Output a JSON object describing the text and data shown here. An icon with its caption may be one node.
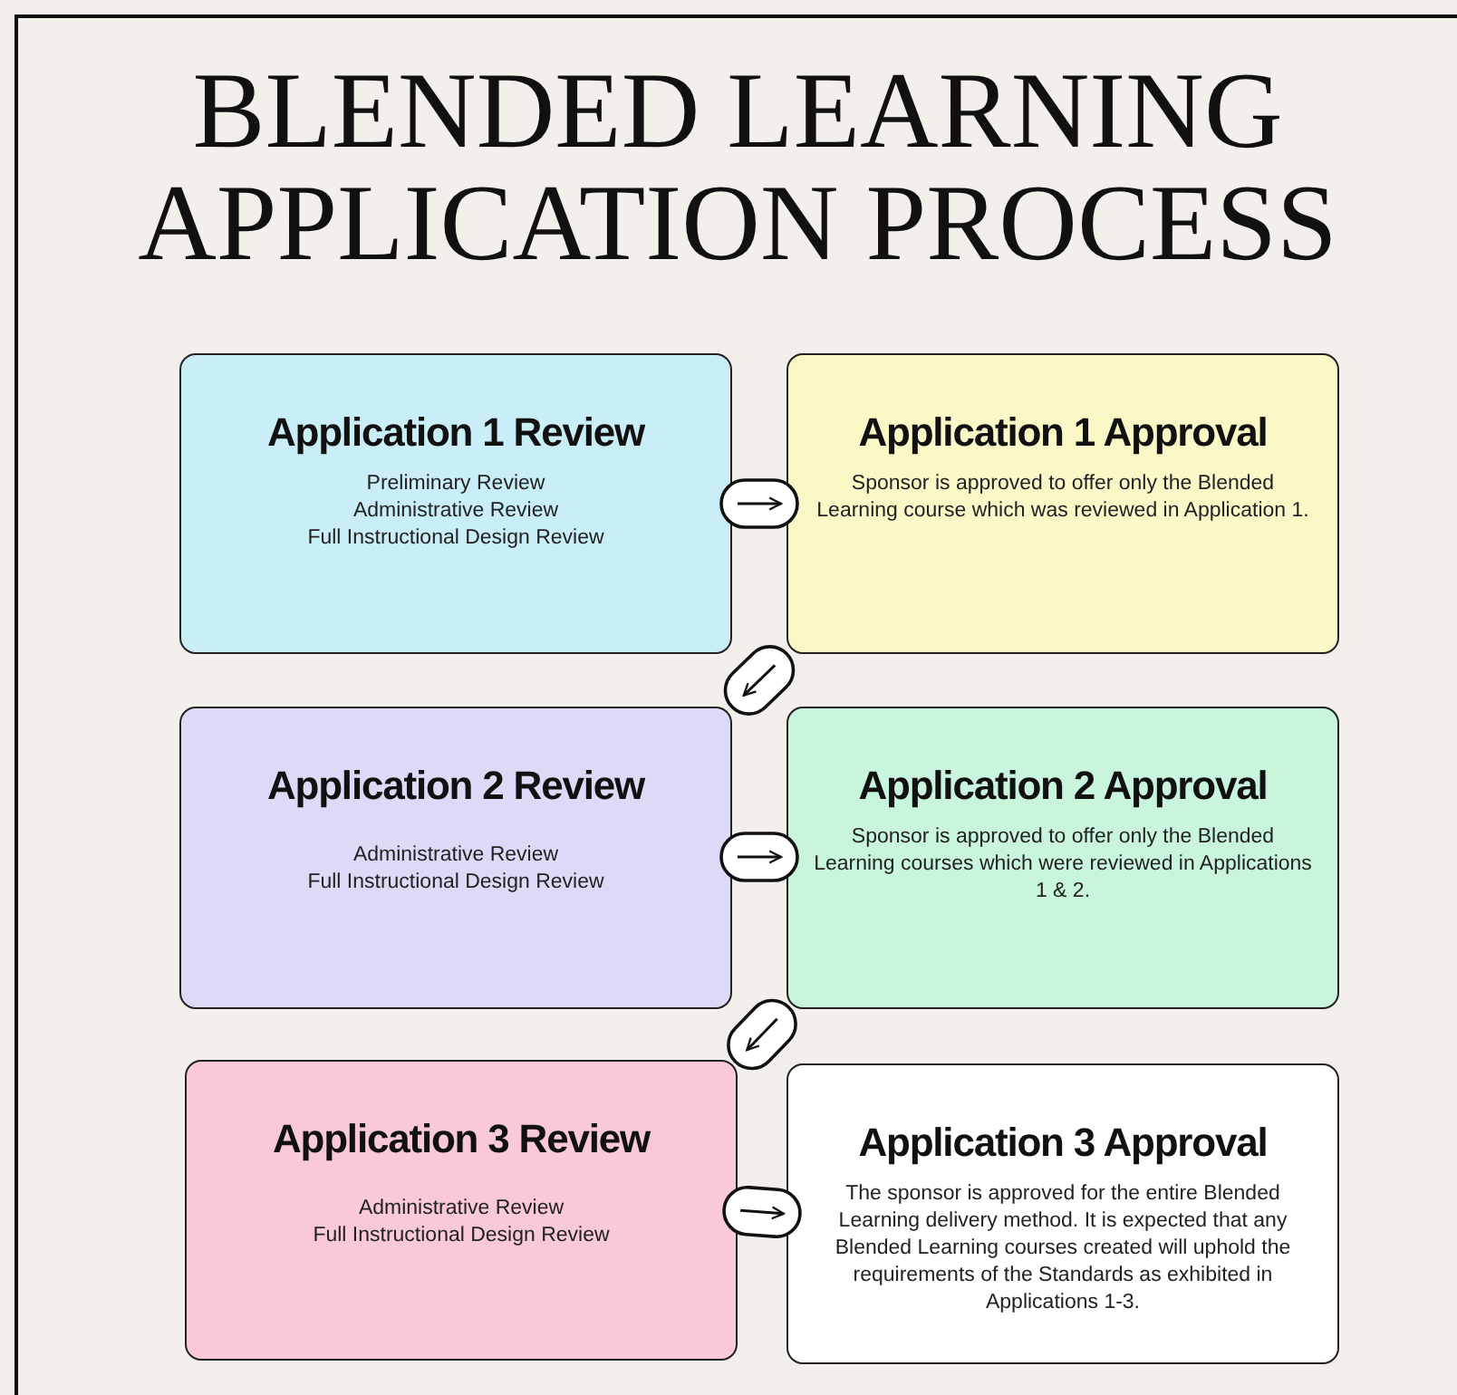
{
  "diagram": {
    "title": "BLENDED LEARNING APPLICATION PROCESS",
    "nodes": [
      {
        "text": [
          "Application 1 Review",
          "Preliminary Review",
          "Administrative Review",
          "Full Instructional Design Review"
        ]
      },
      {
        "text": [
          "Application 1 Approval",
          "Sponsor is approved to offer only the Blended Learning course which was reviewed in Application 1."
        ]
      },
      {
        "text": [
          "Application 2 Review",
          "Administrative Review",
          "Full Instructional Design Review"
        ]
      },
      {
        "text": [
          "Application 2 Approval",
          "Sponsor is approved to offer only the Blended Learning courses which were reviewed in Applications 1 & 2."
        ]
      },
      {
        "text": [
          "Application 3 Review",
          "Administrative Review",
          "Full Instructional Design Review"
        ]
      },
      {
        "text": [
          "Application 3 Approval",
          "The sponsor is approved for the entire Blended Learning delivery method. It is expected that any Blended Learning courses created will uphold the requirements of the Standards as exhibited in Applications 1-3."
        ]
      }
    ],
    "edges": [
      {
        "from": 0,
        "to": 1,
        "arrow": "to"
      },
      {
        "from": 1,
        "to": 2,
        "arrow": "to"
      },
      {
        "from": 2,
        "to": 3,
        "arrow": "to"
      },
      {
        "from": 3,
        "to": 4,
        "arrow": "to"
      },
      {
        "from": 4,
        "to": 5,
        "arrow": "to"
      }
    ]
  }
}
